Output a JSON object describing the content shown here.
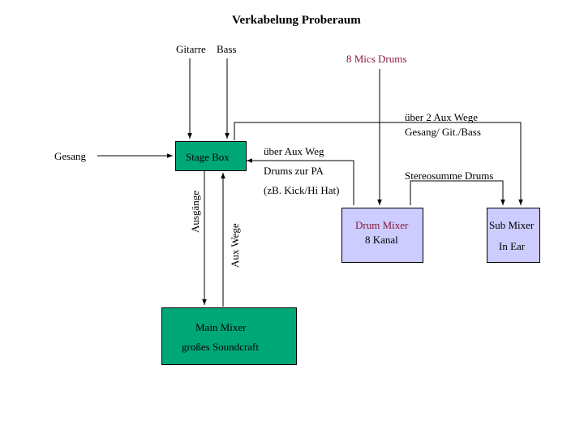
{
  "title": "Verkabelung Proberaum",
  "inputs": {
    "guitar": "Gitarre",
    "bass": "Bass",
    "vocals": "Gesang",
    "drum_mics": "8 Mics Drums"
  },
  "boxes": {
    "stage_box": "Stage Box",
    "drum_mixer_line1": "Drum Mixer",
    "drum_mixer_line2": "8 Kanal",
    "sub_mixer_line1": "Sub Mixer",
    "sub_mixer_line2": "In Ear",
    "main_mixer_line1": "Main Mixer",
    "main_mixer_line2": "großes Soundcraft"
  },
  "labels": {
    "aux2_line1": "über 2 Aux Wege",
    "aux2_line2": "Gesang/ Git./Bass",
    "auxweg_line1": "über Aux Weg",
    "auxweg_line2": "Drums zur PA",
    "auxweg_line3": "(zB. Kick/Hi Hat)",
    "stereo_sum": "Stereosumme Drums",
    "outputs": "Ausgänge",
    "aux_sends": "Aux Wege"
  },
  "colors": {
    "green_box": "#00a878",
    "lavender_box": "#ccccff",
    "drum_label_red": "#8b1a3a"
  }
}
